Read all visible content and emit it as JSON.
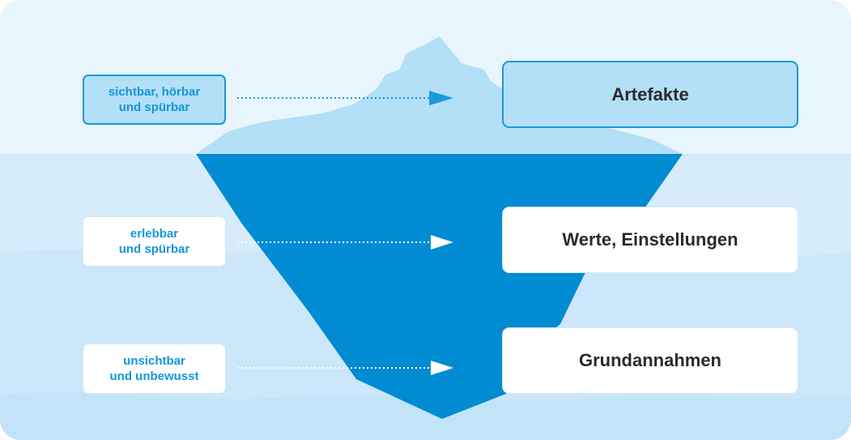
{
  "levels": [
    {
      "observation": "sichtbar, hörbar\nund spürbar",
      "layer": "Artefakte"
    },
    {
      "observation": "erlebbar\nund spürbar",
      "layer": "Werte, Einstellungen"
    },
    {
      "observation": "unsichtbar\nund unbewusst",
      "layer": "Grundannahmen"
    }
  ],
  "colors": {
    "sky": "#e9f5fd",
    "water": "#d6ecfa",
    "water_deep": "#c2e3f8",
    "iceberg_tip": "#b3dff7",
    "iceberg_body": "#008bd2",
    "accent": "#1a9ad9",
    "text_dark": "#2b2b2b"
  }
}
